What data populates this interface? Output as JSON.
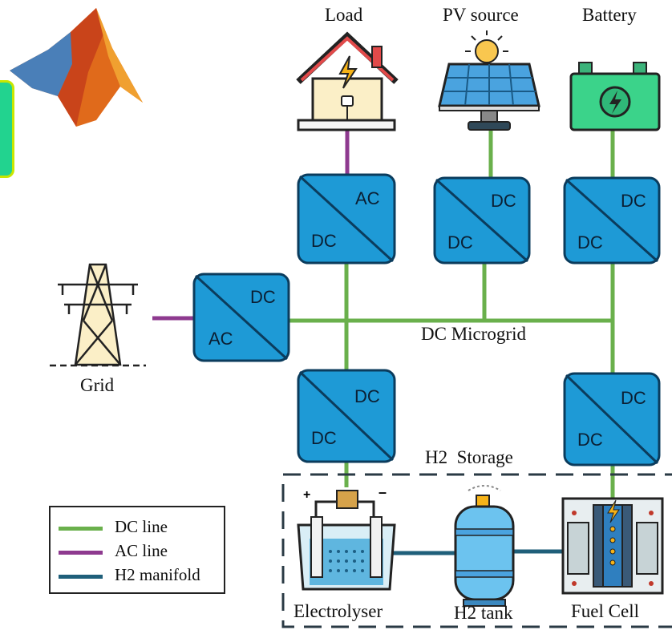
{
  "labels": {
    "load": "Load",
    "pv_source": "PV source",
    "battery": "Battery",
    "grid": "Grid",
    "dc_microgrid": "DC Microgrid",
    "h2_storage": "H2  Storage",
    "electrolyser": "Electrolyser",
    "h2_tank": "H2 tank",
    "fuel_cell": "Fuel Cell"
  },
  "converters": {
    "load_conv": {
      "top": "AC",
      "bottom": "DC"
    },
    "pv_conv": {
      "top": "DC",
      "bottom": "DC"
    },
    "battery_conv": {
      "top": "DC",
      "bottom": "DC"
    },
    "grid_conv": {
      "top": "DC",
      "bottom": "AC"
    },
    "electrolyser_conv": {
      "top": "DC",
      "bottom": "DC"
    },
    "fuelcell_conv": {
      "top": "DC",
      "bottom": "DC"
    }
  },
  "legend": {
    "dc_line": "DC line",
    "ac_line": "AC line",
    "h2_manifold": "H2 manifold"
  },
  "colors": {
    "dc_line": "#6ab04c",
    "ac_line": "#8e3a8f",
    "h2_manifold": "#1f5f7a",
    "converter_fill": "#1e9ad6",
    "converter_stroke": "#0b3c5d"
  }
}
